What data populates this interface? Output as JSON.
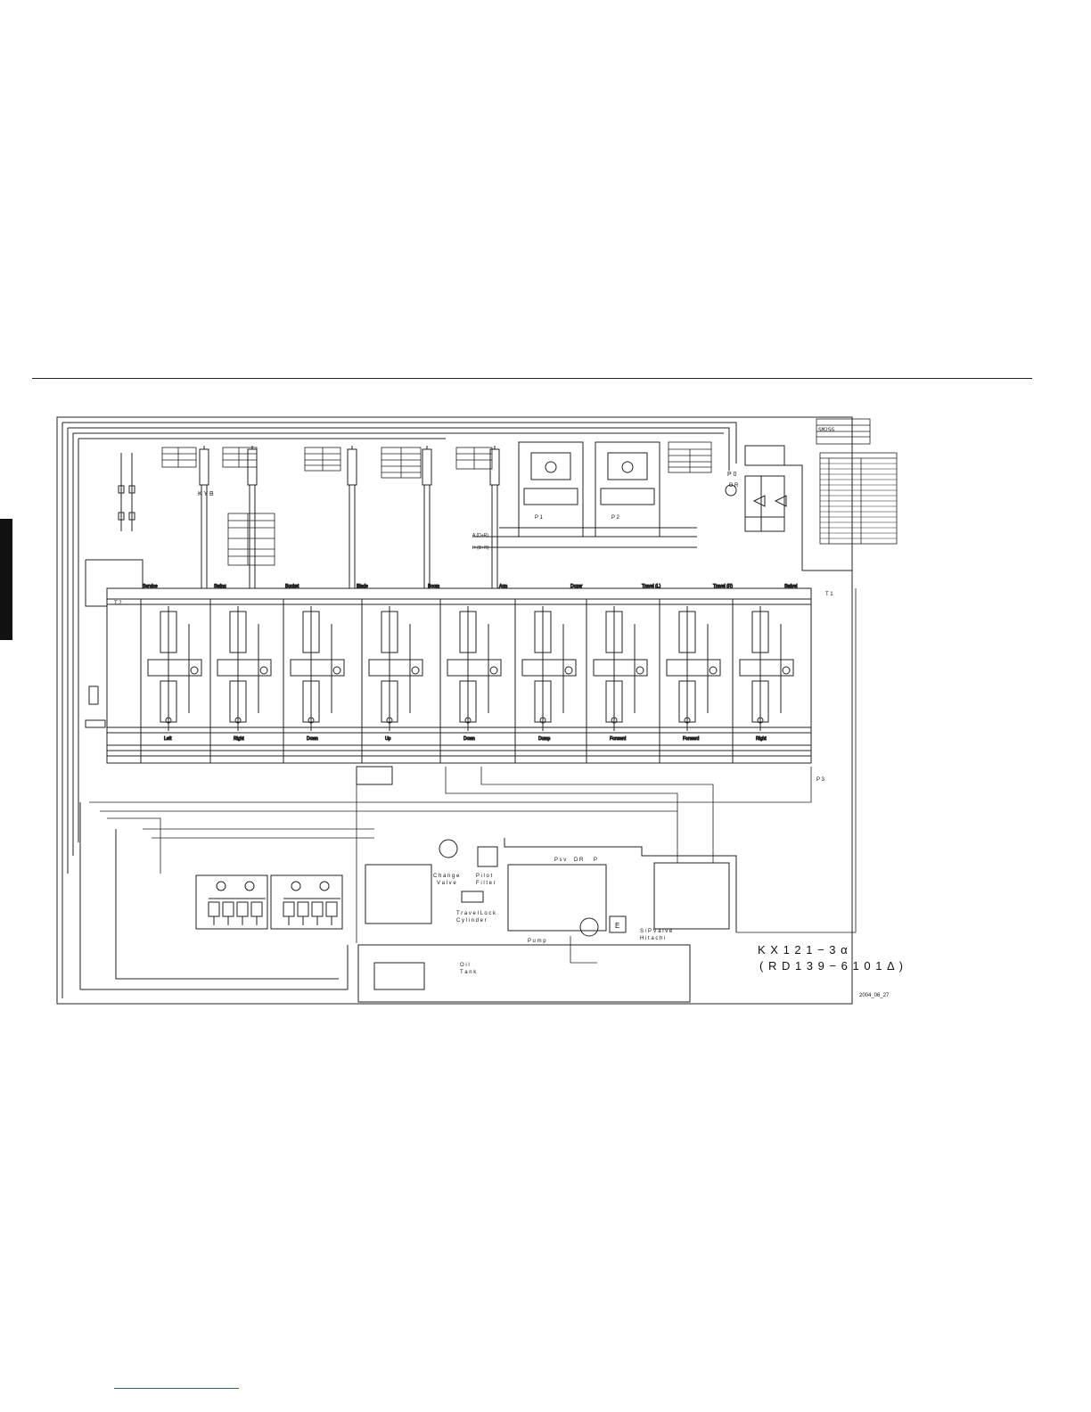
{
  "diagram": {
    "model_title": "K X 1 2 1 − 3 α",
    "model_code": "( R D 1 3 9 − 6 1 0 1 Δ )",
    "date": "2004_06_27",
    "header_labels": {
      "kyb": "K Y B",
      "p0": "P 0",
      "dr": "D R",
      "p1": "P 1",
      "p2": "P 2",
      "t1": "T 1",
      "t2": "T 2",
      "p3": "P 3",
      "a_low": "A  (D+R)",
      "h_high": "H  (D+R)"
    },
    "sections": [
      "Service",
      "Swing",
      "Bucket",
      "Blade",
      "Boom",
      "Arm",
      "Dozer",
      "Travel (L)",
      "Travel (R)",
      "Swivel"
    ],
    "spool_labels": [
      "Left",
      "Right",
      "Down",
      "Up",
      "Down",
      "Dump",
      "Forward",
      "Forward",
      "Right"
    ],
    "components": {
      "change_valve": "C h a n g e\nV a l v e",
      "pilot_filter": "P i l o t\nF i l t e r",
      "travel_lock": "T r a v e l  L o c k\nC y l i n d e r",
      "pump": "P u m p",
      "oil_tank": "O i l\nT a n k",
      "sp_valve": "S / P  V a l v e\nH i t a c h i",
      "engine": "E",
      "psv": "P s v",
      "dr_port": "D R",
      "p_port": "P"
    },
    "spec_table_title": "SM2SG"
  }
}
